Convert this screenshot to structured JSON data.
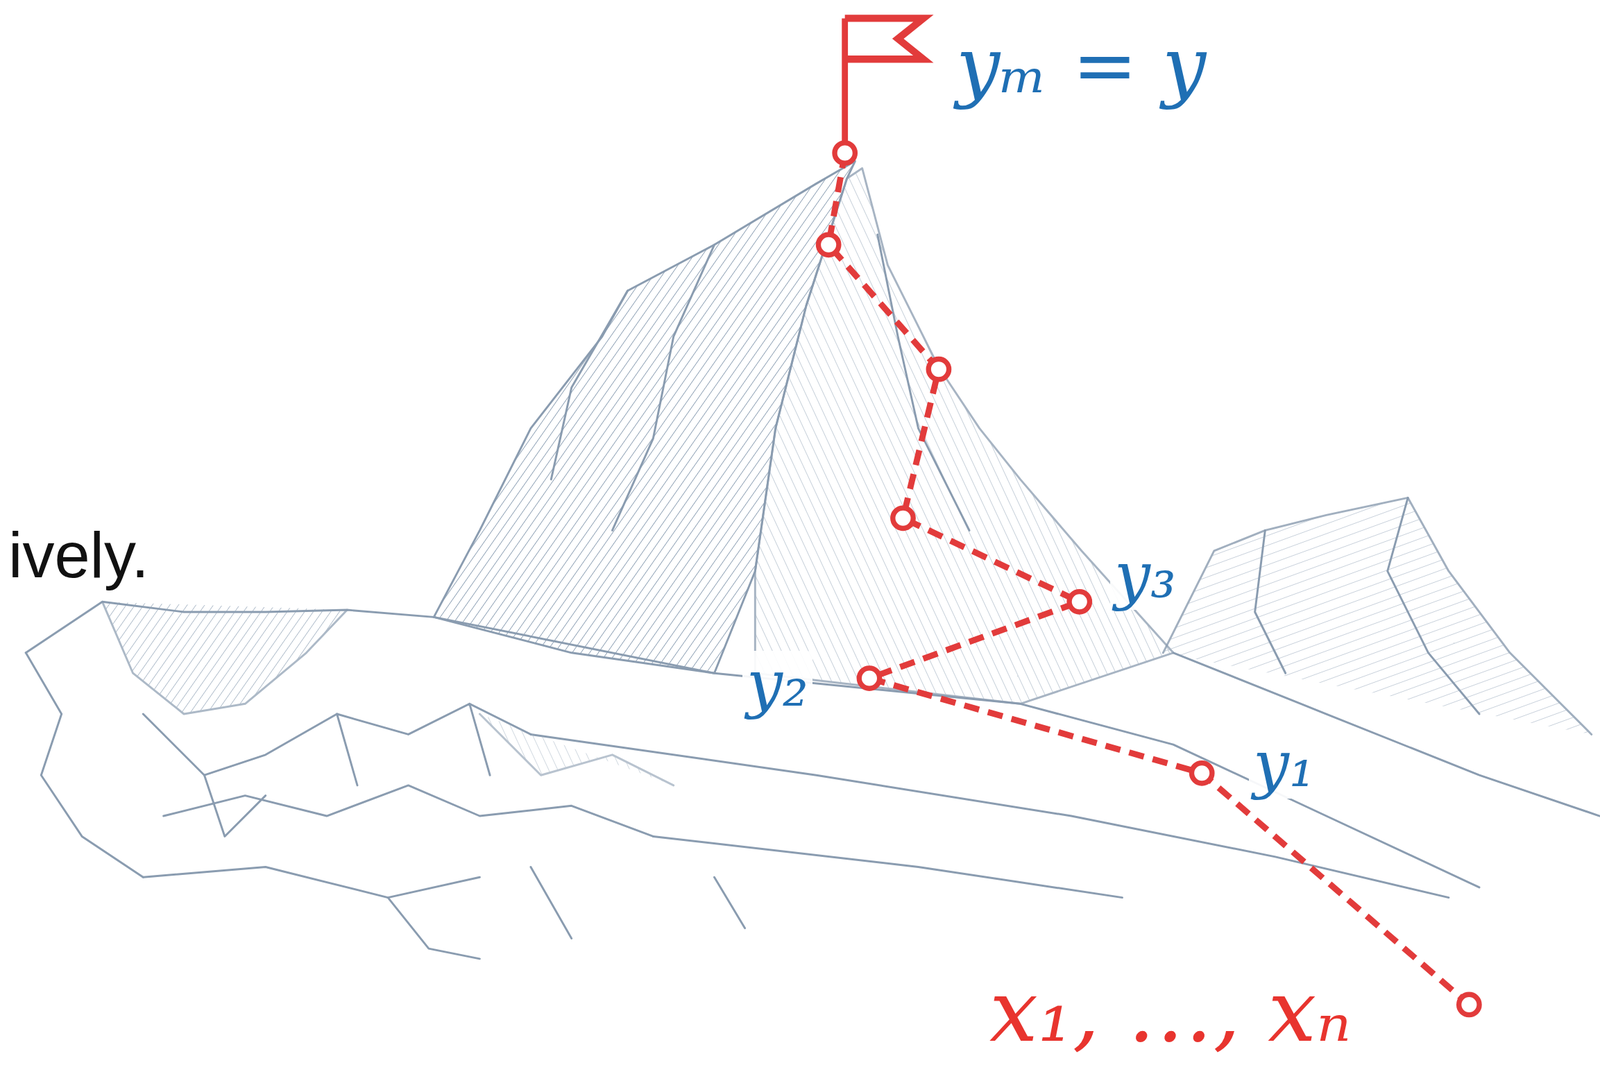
{
  "diagram": {
    "labels": [
      "yₘ = y",
      "y₃",
      "y₂",
      "y₁",
      "x₁, …, xₙ",
      "ively."
    ]
  }
}
